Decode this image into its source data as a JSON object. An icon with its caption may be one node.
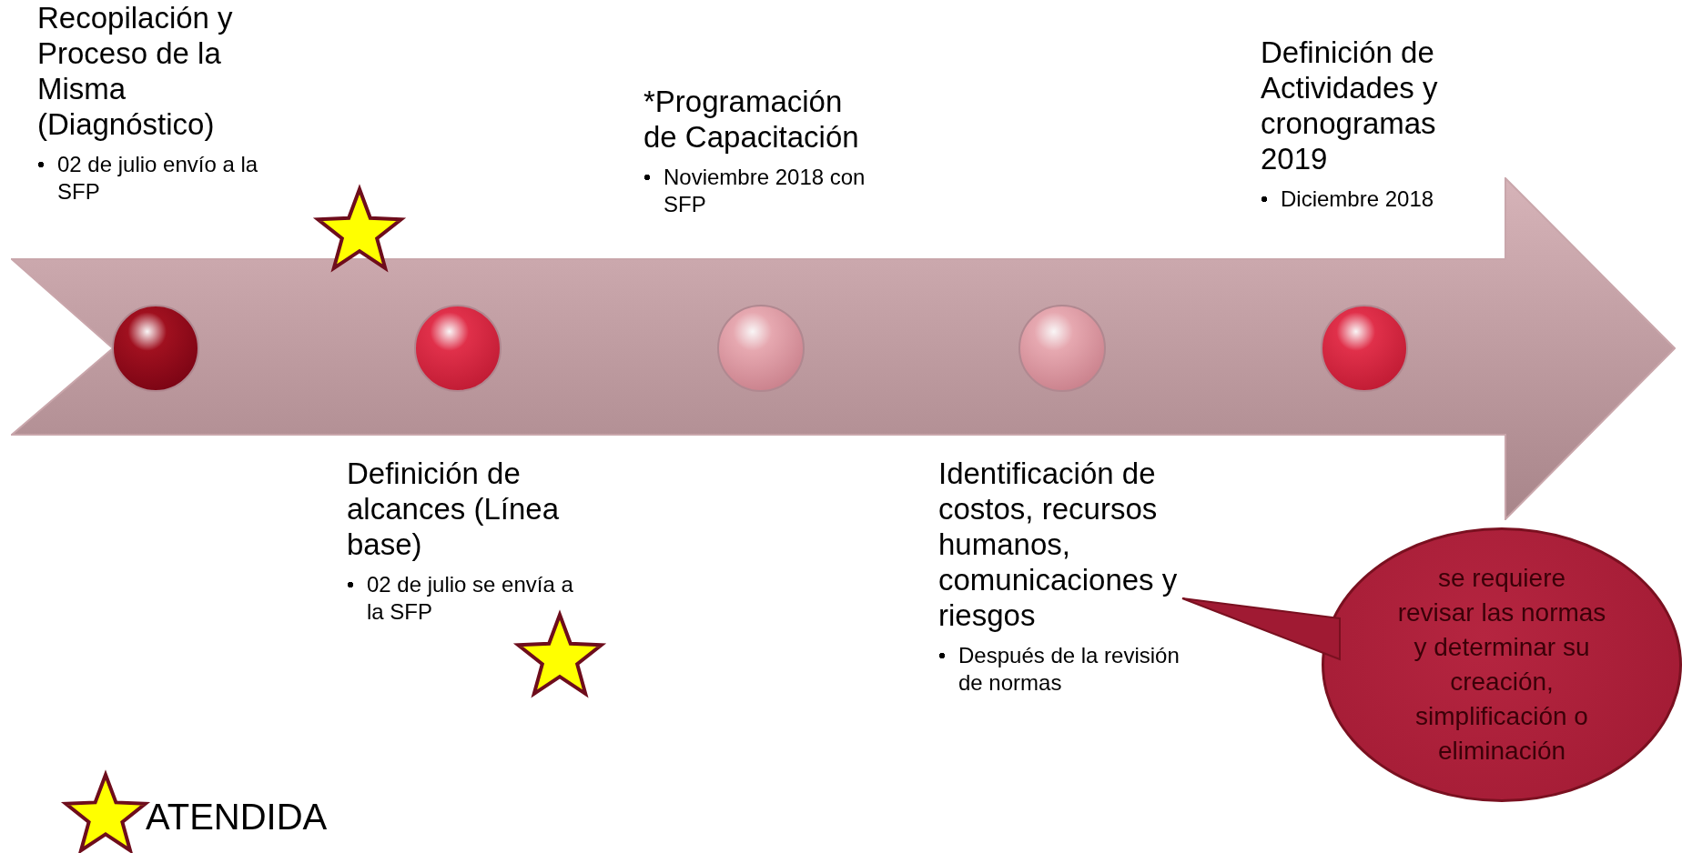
{
  "diagram": {
    "nodes": [
      {
        "text": [],
        "shape": "arrow"
      },
      {
        "text": [],
        "shape": "circle",
        "in": 0
      },
      {
        "text": [],
        "shape": "circle",
        "in": 0
      },
      {
        "text": [],
        "shape": "circle",
        "in": 0
      },
      {
        "text": [],
        "shape": "circle",
        "in": 0
      },
      {
        "text": [],
        "shape": "circle",
        "in": 0
      },
      {
        "text": [
          "Recopilación y Proceso de la Misma (Diagnóstico)",
          "02 de julio envío a la SFP"
        ]
      },
      {
        "text": [
          "Definición de alcances (Línea base)",
          "02 de julio se envía a la SFP"
        ]
      },
      {
        "text": [
          "*Programación de Capacitación",
          "Noviembre 2018 con SFP"
        ]
      },
      {
        "text": [
          "Identificación de costos, recursos humanos, comunicaciones y riesgos",
          "Después de la revisión de normas"
        ]
      },
      {
        "text": [
          "Definición de Actividades y cronogramas 2019",
          "Diciembre 2018"
        ]
      },
      {
        "text": [
          "se requiere revisar las normas y determinar su creación, simplificación o eliminación"
        ]
      }
    ],
    "edges": [
      {
        "from": 11,
        "to": 9,
        "arrow": "none"
      }
    ],
    "legend": [
      {
        "text": "ATENDIDA"
      }
    ]
  }
}
